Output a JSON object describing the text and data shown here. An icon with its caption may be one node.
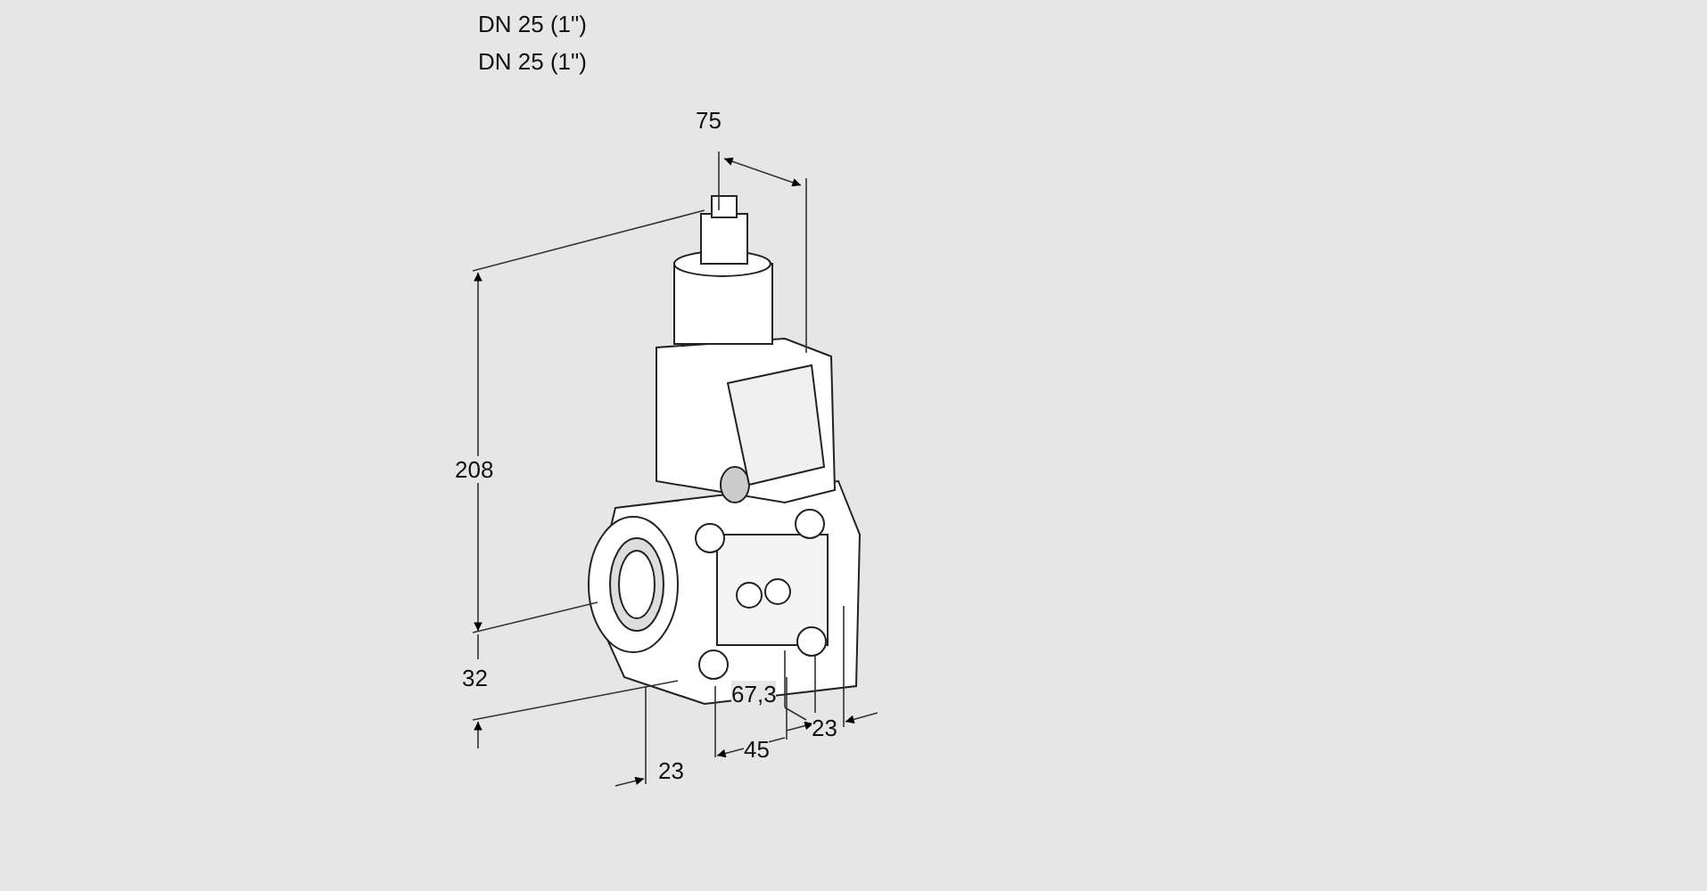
{
  "diagram": {
    "labels": [
      "DN 25 (1\")",
      "DN 25 (1\")",
      "75",
      "208",
      "32",
      "67,3",
      "23",
      "45",
      "23"
    ]
  }
}
